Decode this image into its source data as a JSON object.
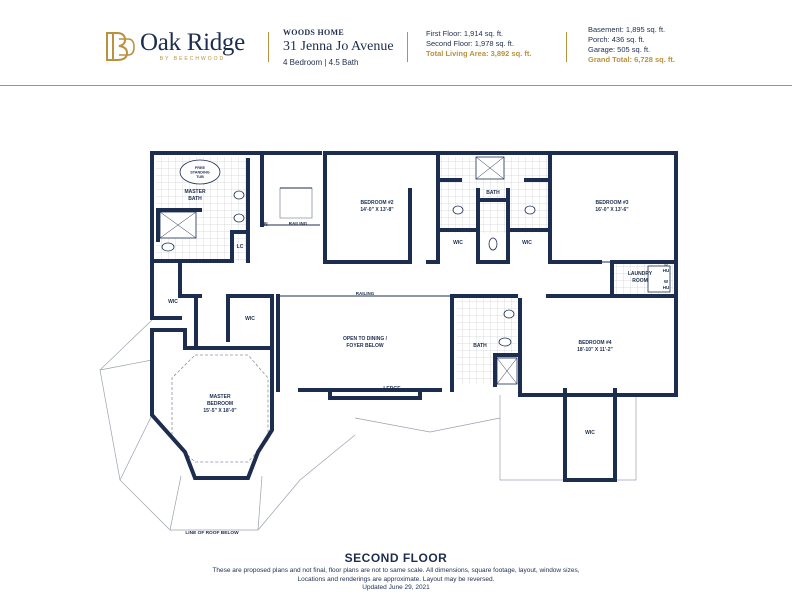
{
  "brand": {
    "name": "Oak Ridge",
    "tagline": "BY BEECHWOOD",
    "colors": {
      "navy": "#1d2d4f",
      "gold": "#b8923f"
    }
  },
  "home": {
    "label": "WOODS HOME",
    "address": "31 Jenna Jo Avenue",
    "beds_baths": "4 Bedroom | 4.5 Bath"
  },
  "square_footage": {
    "first_floor": "First Floor: 1,914 sq. ft.",
    "second_floor": "Second Floor: 1,978 sq. ft.",
    "total_living": "Total Living Area: 3,892 sq. ft.",
    "basement": "Basement: 1,895 sq. ft.",
    "porch": "Porch: 436 sq. ft.",
    "garage": "Garage: 505 sq. ft.",
    "grand_total": "Grand Total: 6,728 sq. ft."
  },
  "plan": {
    "labels": {
      "free_standing_tub": [
        "FREE",
        "STANDING",
        "TUB"
      ],
      "master_bath": [
        "MASTER",
        "BATH"
      ],
      "lc": "LC",
      "dn": "DN",
      "railing_stair": "RAILING",
      "bedroom2": [
        "BEDROOM #2",
        "14'-0\" X 13'-8\""
      ],
      "bath": "BATH",
      "bedroom3": [
        "BEDROOM #3",
        "16'-0\" X 13'-6\""
      ],
      "wic": "WIC",
      "laundry": [
        "LAUNDRY",
        "ROOM"
      ],
      "dhu": [
        "D",
        "HU"
      ],
      "whu": [
        "W",
        "HU"
      ],
      "railing": "RAILING",
      "open_to_dining": [
        "OPEN TO DINING /",
        "FOYER BELOW"
      ],
      "bedroom4": [
        "BEDROOM #4",
        "18'-10\" X 11'-2\""
      ],
      "master_bedroom": [
        "MASTER",
        "BEDROOM",
        "15'-5\" X 18'-0\""
      ],
      "ledge": "LEDGE",
      "line_of_roof": "LINE OF ROOF BELOW"
    }
  },
  "footer": {
    "floor_title": "SECOND FLOOR",
    "disclaimer": [
      "These are proposed plans and not final, floor plans are not to same scale. All dimensions, square footage, layout, window sizes,",
      "Locations and renderings are approximate. Layout may be reversed.",
      "Updated June 29, 2021"
    ]
  }
}
